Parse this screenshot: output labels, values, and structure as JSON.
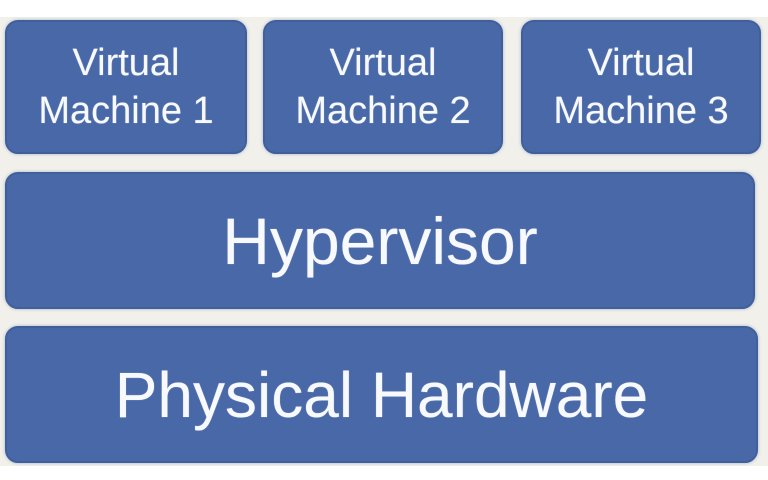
{
  "diagram": {
    "description": "Virtualization architecture stack diagram",
    "colors": {
      "box_fill": "#4868a8",
      "box_border": "#40609c",
      "label_text": "#f7f9fc",
      "background": "#f1f0ea",
      "page": "#ffffff"
    },
    "vm_boxes": [
      {
        "line1": "Virtual",
        "line2": "Machine 1"
      },
      {
        "line1": "Virtual",
        "line2": "Machine 2"
      },
      {
        "line1": "Virtual",
        "line2": "Machine 3"
      }
    ],
    "hypervisor": {
      "label": "Hypervisor"
    },
    "physical_hardware": {
      "label": "Physical Hardware"
    }
  }
}
